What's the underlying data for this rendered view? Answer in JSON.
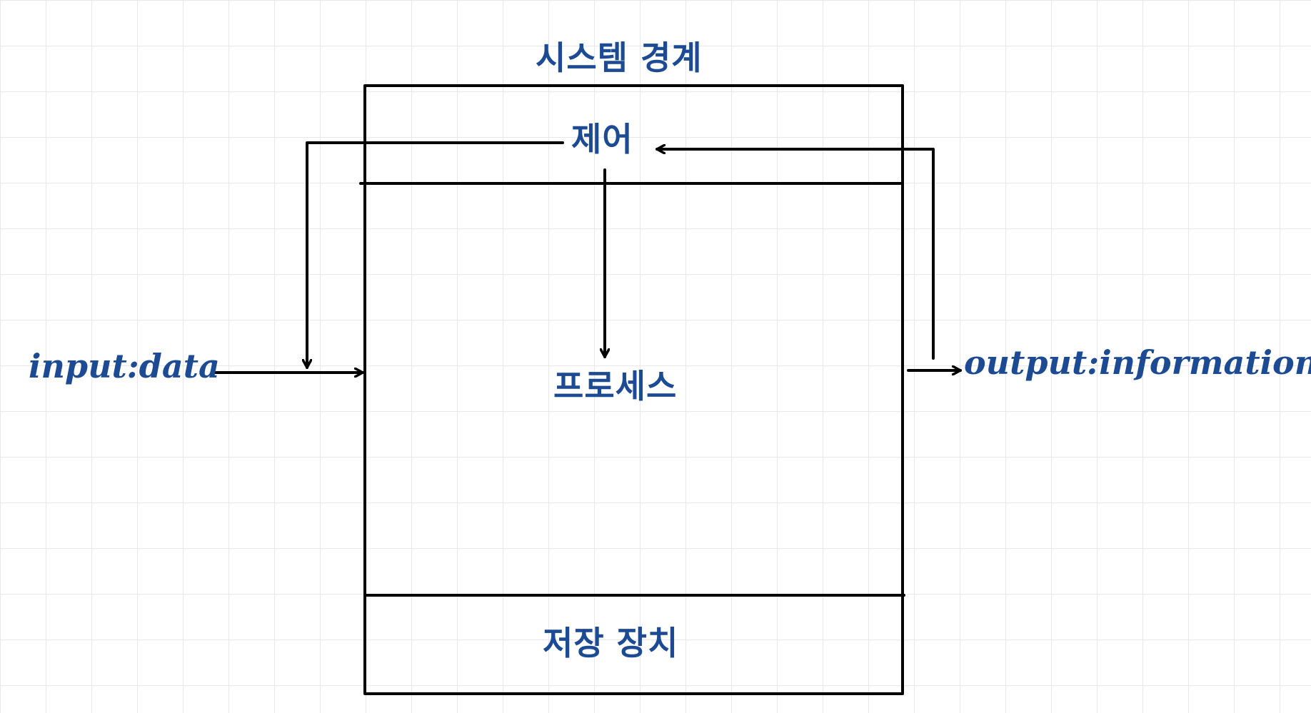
{
  "diagram": {
    "title": "시스템 경계",
    "control_label": "제어",
    "process_label": "프로세스",
    "storage_label": "저장 장치",
    "input_label": "input:data",
    "output_label": "output:information",
    "ink_color": "#1c4a93",
    "line_color": "#000000",
    "grid_color": "#e8e8ec"
  }
}
